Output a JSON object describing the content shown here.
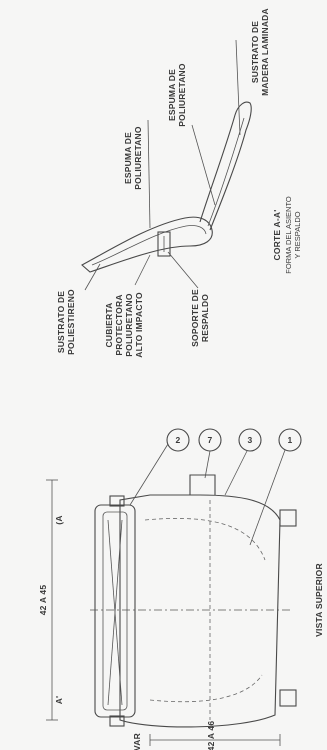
{
  "labels": {
    "espuma_top": "ESPUMA DE",
    "espuma_top2": "POLIURETANO",
    "espuma_seat": "ESPUMA DE",
    "espuma_seat2": "POLIURETANO",
    "sustrato_madera": "SUSTRATO DE",
    "sustrato_madera2": "MADERA LAMINADA",
    "sustrato_poli": "SUSTRATO DE",
    "sustrato_poli2": "POLIESTIRENO",
    "cubierta": "CUBIERTA",
    "cubierta2": "PROTECTORA",
    "cubierta3": "POLIURETANO",
    "cubierta4": "ALTO IMPACTO",
    "soporte": "SOPORTE DE",
    "soporte2": "RESPALDO",
    "corte_title": "CORTE A-A'",
    "corte_sub1": "FORMA DEL ASIENTO",
    "corte_sub2": "Y RESPALDO",
    "vista": "VISTA SUPERIOR",
    "dim_top": "42 A 45",
    "dim_left": "42 A 46",
    "dim_left_prefix": "VAR",
    "section_a1": "A",
    "section_a2": "A'",
    "section_a3": "(A",
    "callout_1": "1",
    "callout_2": "2",
    "callout_3": "3",
    "callout_7": "7",
    "bubble_blank": ""
  }
}
